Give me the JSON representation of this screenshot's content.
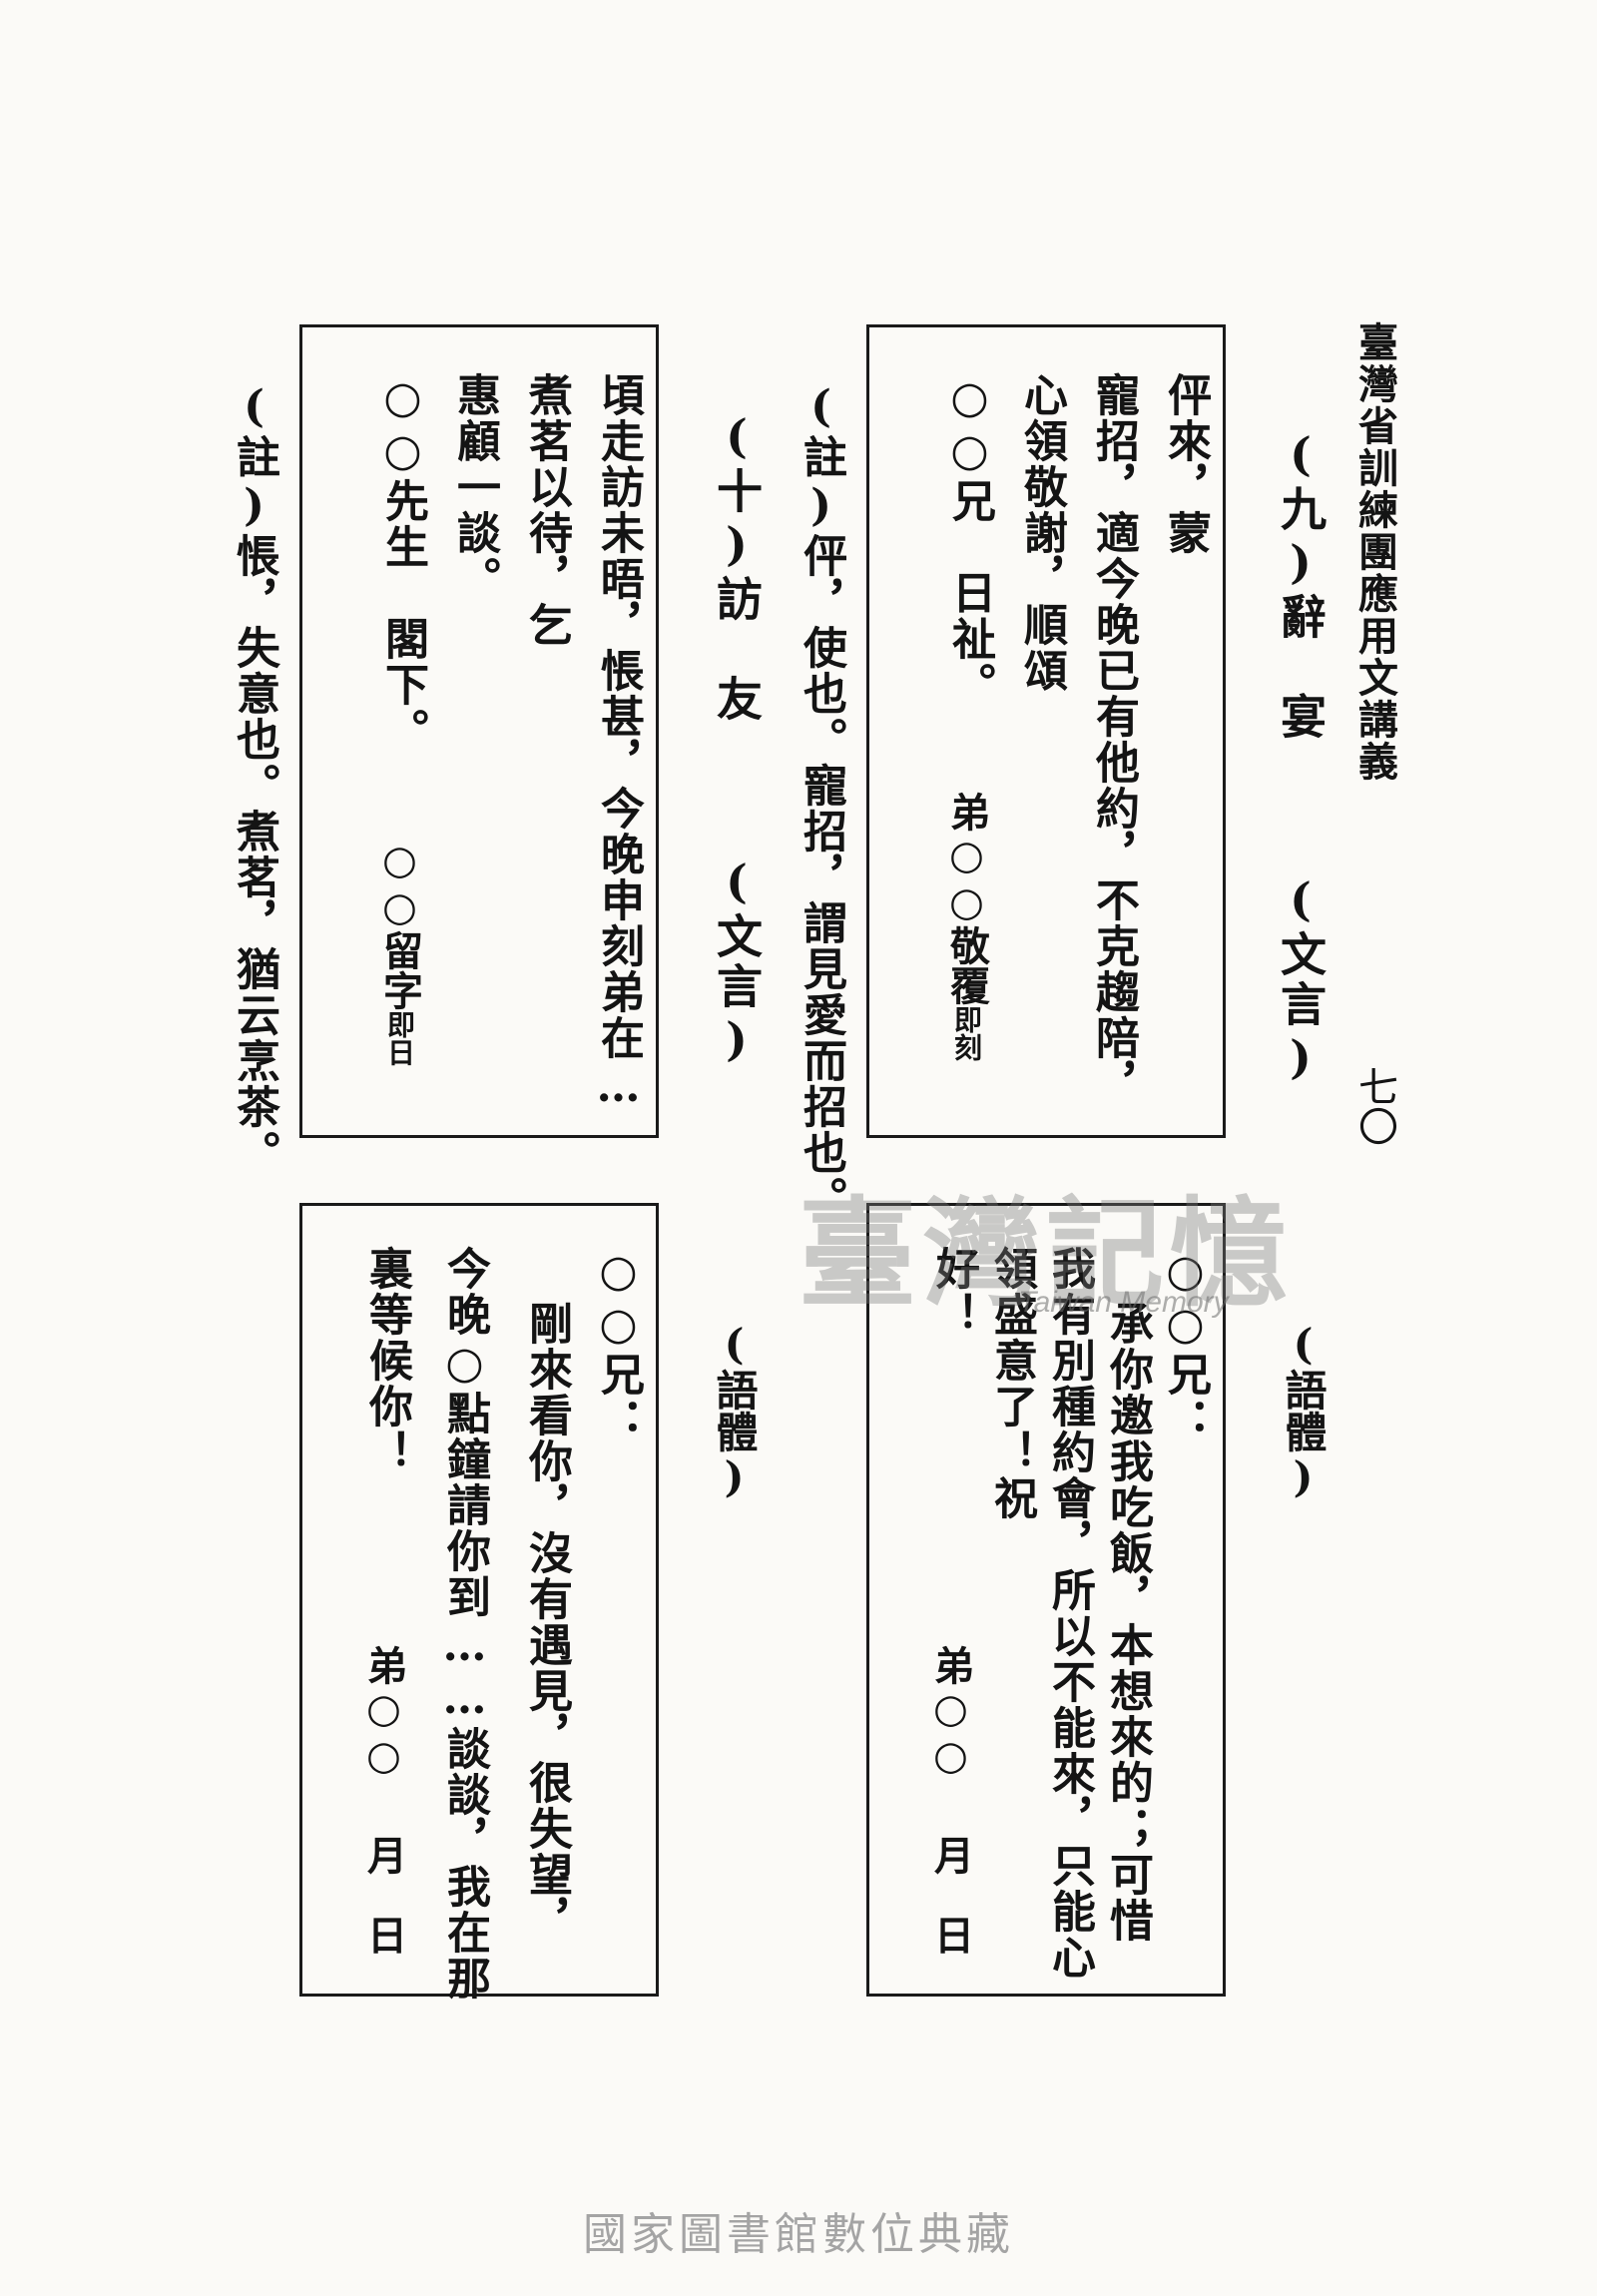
{
  "header": {
    "running_title": "臺灣省訓練團應用文講義",
    "page_number": "七〇"
  },
  "section9": {
    "title_num": "(九)",
    "title_text": "辭　宴",
    "title_style": "(文言)",
    "wenyan": {
      "lines": [
        "伻來，蒙",
        "寵招，適今晚已有他約，不克趨陪，",
        "心領敬謝，順頌",
        "○○兄　日祉。"
      ],
      "signature": "弟○○敬覆",
      "signature_small": "即刻"
    },
    "note": "(註)伻，使也。寵招，謂見愛而招也。",
    "yuti_label": "(語體)",
    "yuti": {
      "lines": [
        "○○兄：",
        "承你邀我吃飯，本想來的；可惜",
        "我有別種約會，所以不能來，只能心",
        "領盛意了！祝",
        "好！"
      ],
      "signature": "弟○○",
      "date": "月　日"
    }
  },
  "section10": {
    "title_num": "(十)",
    "title_text": "訪　友",
    "title_style": "(文言)",
    "wenyan": {
      "lines": [
        "頃走訪未晤，悵甚，今晚申刻弟在…",
        "煮茗以待，乞",
        "惠顧一談。",
        "○○先生　閣下。"
      ],
      "signature": "○○留字",
      "signature_small": "即日"
    },
    "note": "(註)悵，失意也。煮茗，猶云烹茶。",
    "yuti_label": "(語體)",
    "yuti": {
      "lines": [
        "○○兄：",
        "剛來看你，沒有遇見，很失望，",
        "今晚○點鐘請你到……談談，我在那",
        "裏等候你！"
      ],
      "signature": "弟○○",
      "date": "月　日"
    }
  },
  "watermark": {
    "chinese": "臺灣記憶",
    "english": "Taiwan Memory"
  },
  "footer": {
    "text": "國家圖書館數位典藏"
  }
}
